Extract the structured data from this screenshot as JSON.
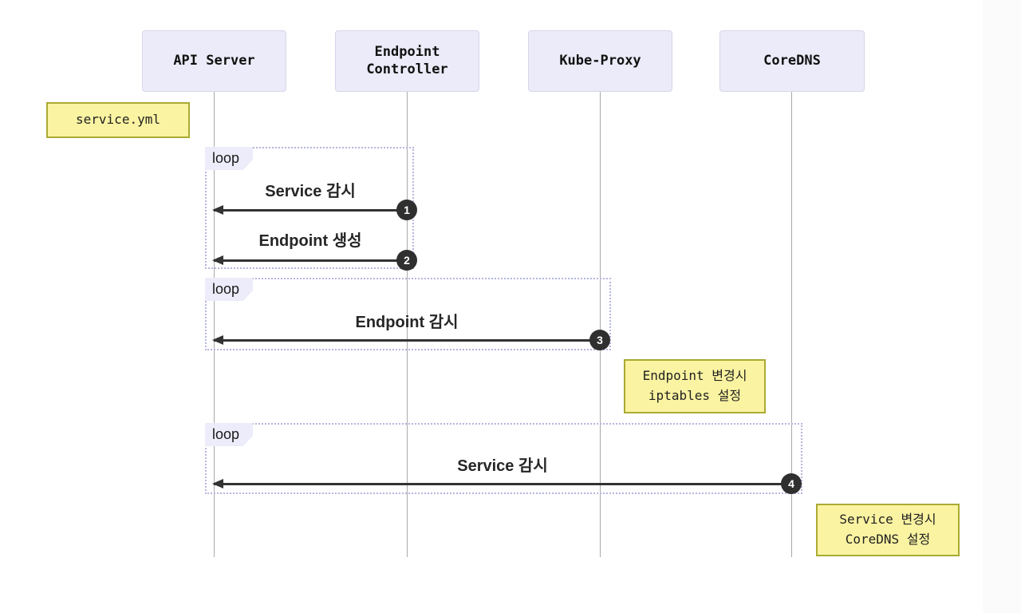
{
  "participants": [
    {
      "label": "API Server"
    },
    {
      "label": "Endpoint Controller"
    },
    {
      "label": "Kube-Proxy"
    },
    {
      "label": "CoreDNS"
    }
  ],
  "notes": [
    {
      "text": "service.yml"
    },
    {
      "text": "Endpoint 변경시\niptables 설정"
    },
    {
      "text": "Service 변경시\nCoreDNS 설정"
    }
  ],
  "loops": [
    {
      "label": "loop"
    },
    {
      "label": "loop"
    },
    {
      "label": "loop"
    }
  ],
  "messages": [
    {
      "text": "Service 감시",
      "badge": "1"
    },
    {
      "text": "Endpoint 생성",
      "badge": "2"
    },
    {
      "text": "Endpoint 감시",
      "badge": "3"
    },
    {
      "text": "Service 감시",
      "badge": "4"
    }
  ],
  "colors": {
    "participant_fill": "#ebebf9",
    "participant_border": "#d6d6ea",
    "note_fill": "#faf3a1",
    "note_border": "#aaaa33",
    "loop_border": "#b5b5e0",
    "loop_label_fill": "#ececfa",
    "arrow": "#333333",
    "badge_fill": "#2f2f2f",
    "lifeline": "#aaaaaa"
  }
}
